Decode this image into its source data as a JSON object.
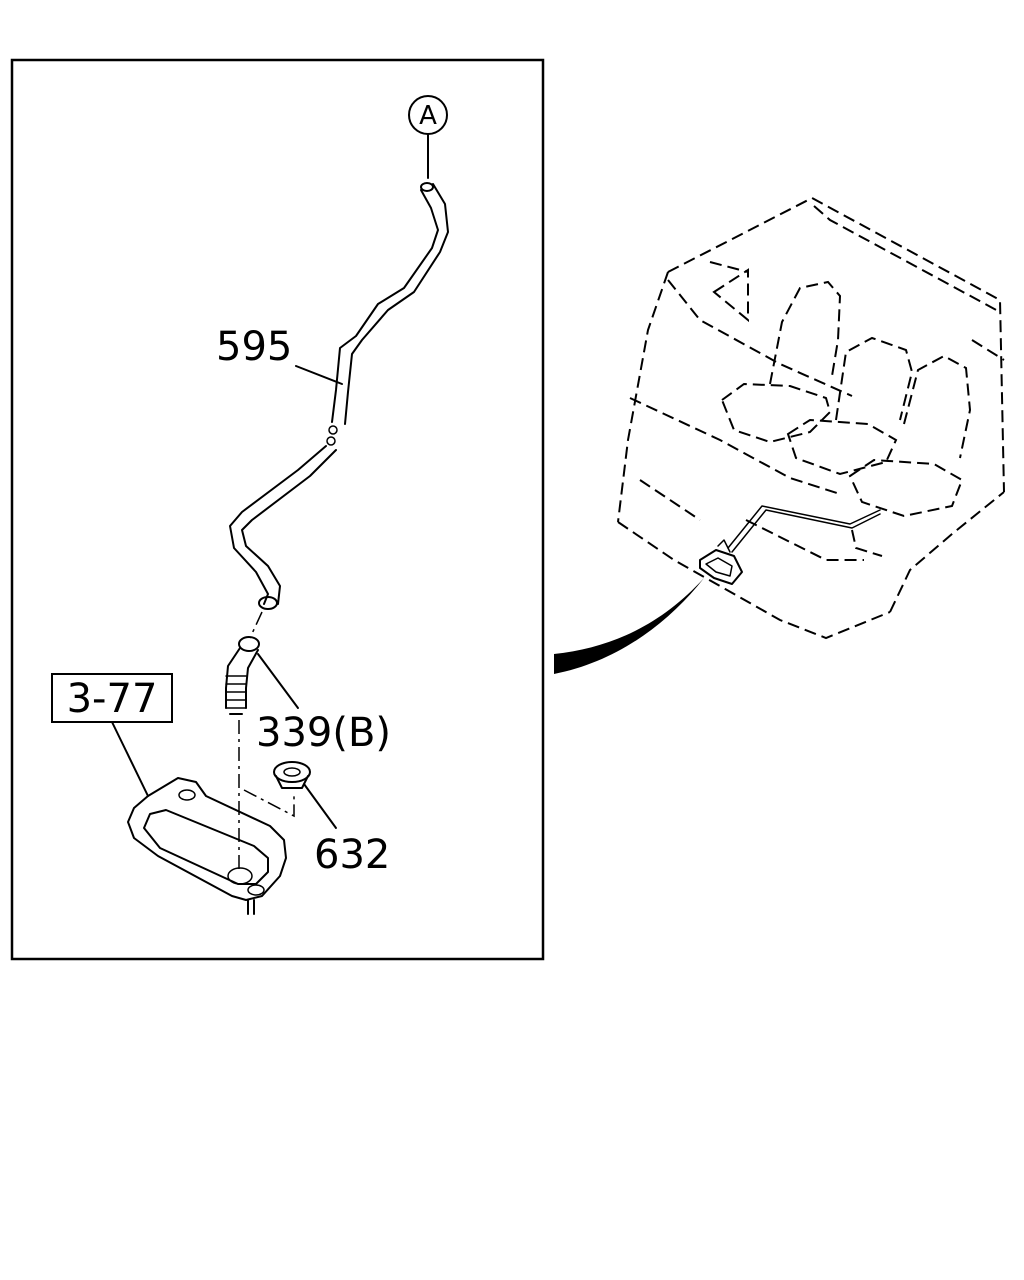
{
  "callouts": {
    "ref_a": "A",
    "hose": "595",
    "elbow": "339(B)",
    "grommet": "632",
    "ref_box": "3-77"
  }
}
